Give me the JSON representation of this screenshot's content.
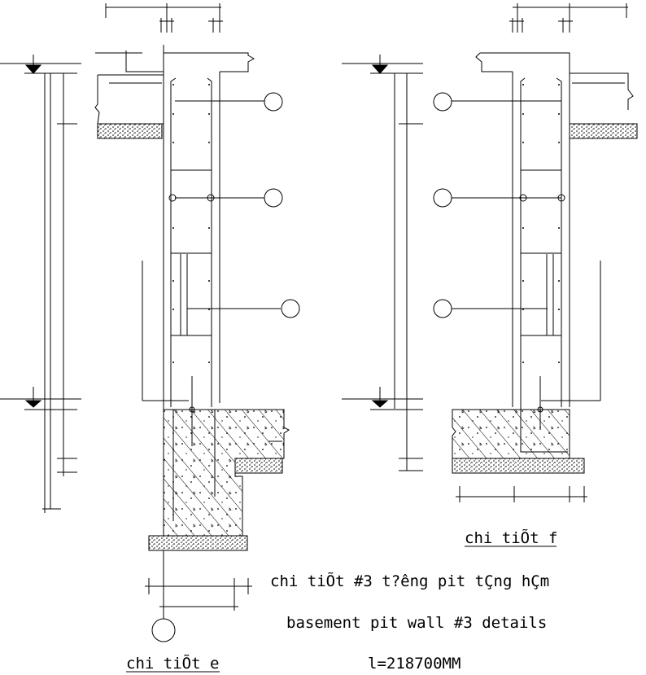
{
  "drawing": {
    "detail_e_label": "chi tiÕt e",
    "detail_f_label": "chi tiÕt f",
    "title_vn": "chi tiÕt #3 t?êng pit tÇng hÇm",
    "title_en": "basement pit wall #3 details",
    "scale_note": "l=218700MM"
  },
  "colors": {
    "line": "#000000",
    "background": "#ffffff"
  }
}
